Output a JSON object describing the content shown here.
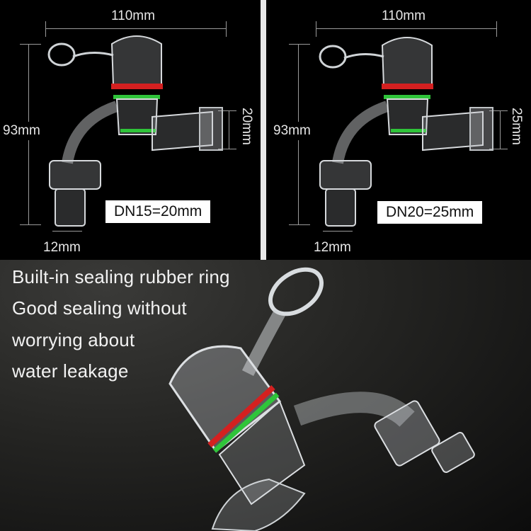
{
  "panels": [
    {
      "id": "dn15",
      "width_label": "110mm",
      "height_label": "93mm",
      "inlet_label": "20mm",
      "outlet_label": "12mm",
      "size_label": "DN15=20mm"
    },
    {
      "id": "dn20",
      "width_label": "110mm",
      "height_label": "93mm",
      "inlet_label": "25mm",
      "outlet_label": "12mm",
      "size_label": "DN20=25mm"
    }
  ],
  "feature": {
    "lines": [
      "Built-in sealing rubber ring",
      "Good sealing without",
      "worrying about",
      "water leakage"
    ]
  },
  "colors": {
    "seal_red": "#d42020",
    "seal_green": "#2fc43a",
    "background": "#000000",
    "divider": "#e8e8e8"
  }
}
